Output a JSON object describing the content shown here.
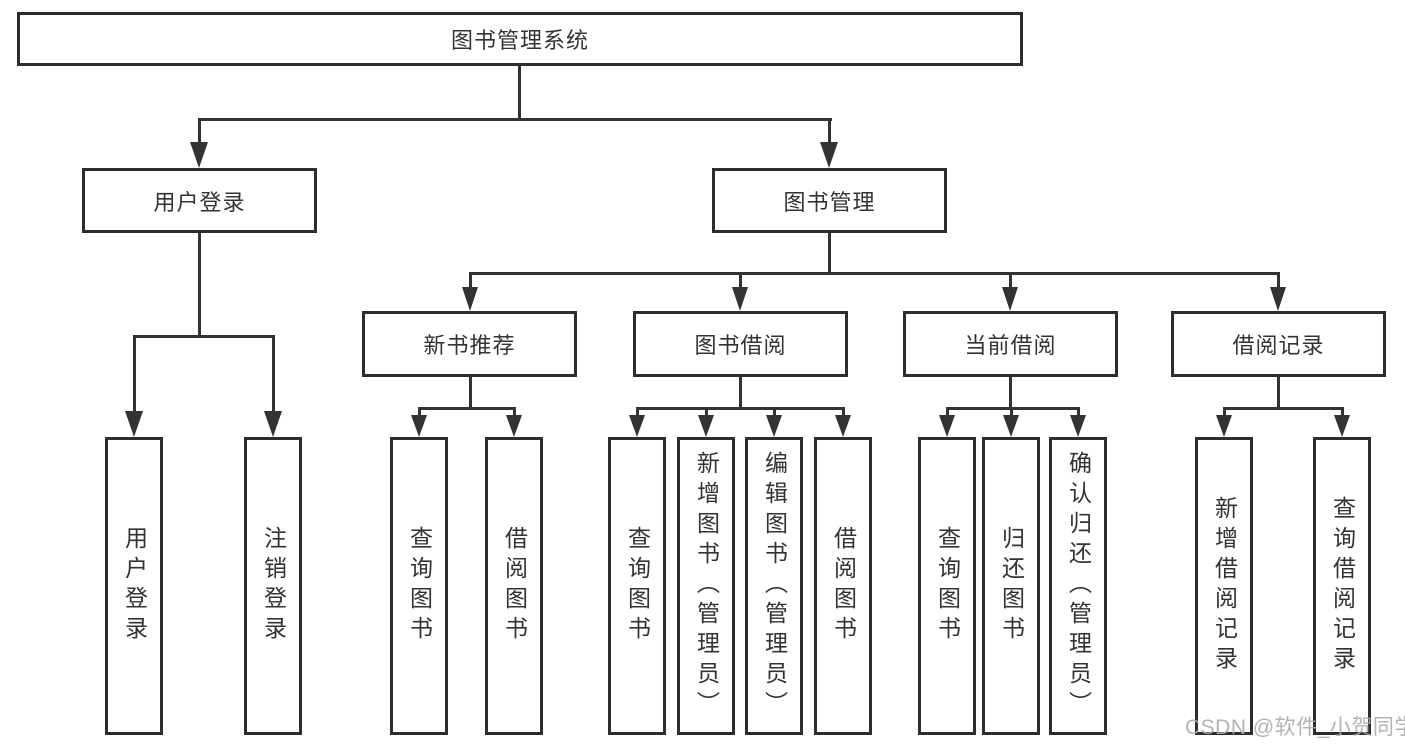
{
  "diagram": {
    "title": "图书管理系统",
    "children": [
      {
        "label": "用户登录",
        "children": [
          {
            "label": "用户登录"
          },
          {
            "label": "注销登录"
          }
        ]
      },
      {
        "label": "图书管理",
        "children": [
          {
            "label": "新书推荐",
            "children": [
              {
                "label": "查询图书"
              },
              {
                "label": "借阅图书"
              }
            ]
          },
          {
            "label": "图书借阅",
            "children": [
              {
                "label": "查询图书"
              },
              {
                "label": "新增图书（管理员）"
              },
              {
                "label": "编辑图书（管理员）"
              },
              {
                "label": "借阅图书"
              }
            ]
          },
          {
            "label": "当前借阅",
            "children": [
              {
                "label": "查询图书"
              },
              {
                "label": "归还图书"
              },
              {
                "label": "确认归还（管理员）"
              }
            ]
          },
          {
            "label": "借阅记录",
            "children": [
              {
                "label": "新增借阅记录"
              },
              {
                "label": "查询借阅记录"
              }
            ]
          }
        ]
      }
    ]
  },
  "watermark": "CSDN @软件_小贺同学",
  "colors": {
    "line": "#333333",
    "box_border": "#2d2d2d",
    "text": "#333333",
    "watermark": "#ababab",
    "background": "#ffffff"
  }
}
